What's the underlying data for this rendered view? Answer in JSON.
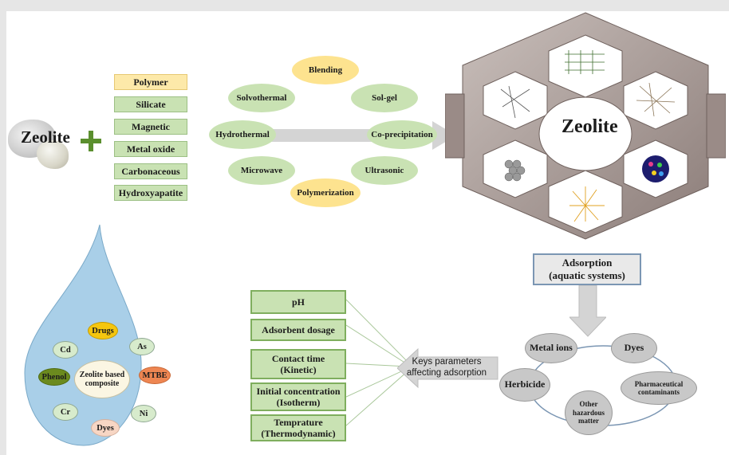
{
  "zeolite_label": "Zeolite",
  "framework_label": "Zeolite",
  "materials": [
    "Polymer",
    "Silicate",
    "Magnetic",
    "Metal oxide",
    "Carbonaceous",
    "Hydroxyapatite"
  ],
  "methods": {
    "blending": "Blending",
    "solvothermal": "Solvothermal",
    "sol_gel": "Sol-gel",
    "hydrothermal": "Hydrothermal",
    "co_precipitation": "Co-precipitation",
    "microwave": "Microwave",
    "ultrasonic": "Ultrasonic",
    "polymerization": "Polymerization"
  },
  "droplet": {
    "center_line1": "Zeolite based",
    "center_line2": "composite",
    "drugs": "Drugs",
    "cd": "Cd",
    "as": "As",
    "phenol": "Phenol",
    "mtbe": "MTBE",
    "cr": "Cr",
    "ni": "Ni",
    "dyes": "Dyes"
  },
  "parameters": [
    {
      "line1": "pH",
      "line2": ""
    },
    {
      "line1": "Adsorbent dosage",
      "line2": ""
    },
    {
      "line1": "Contact time",
      "line2": "(Kinetic)"
    },
    {
      "line1": "Initial concentration",
      "line2": "(Isotherm)"
    },
    {
      "line1": "Temprature",
      "line2": "(Thermodynamic)"
    }
  ],
  "keys_parameters": {
    "line1": "Keys parameters",
    "line2": "affecting adsorption"
  },
  "adsorption": {
    "line1": "Adsorption",
    "line2": "(aquatic systems)"
  },
  "pollutants": {
    "metal_ions": "Metal ions",
    "dyes": "Dyes",
    "herbicide": "Herbicide",
    "pharma_line1": "Pharmaceutical",
    "pharma_line2": "contaminants",
    "other_line1": "Other",
    "other_line2": "hazardous",
    "other_line3": "matter"
  },
  "colors": {
    "green_fill": "#c9e2b3",
    "yellow_fill": "#fde38f",
    "droplet": "#a9cfe8",
    "framework_block": "#9a8b87",
    "framework_face": "#c9bfbb"
  }
}
